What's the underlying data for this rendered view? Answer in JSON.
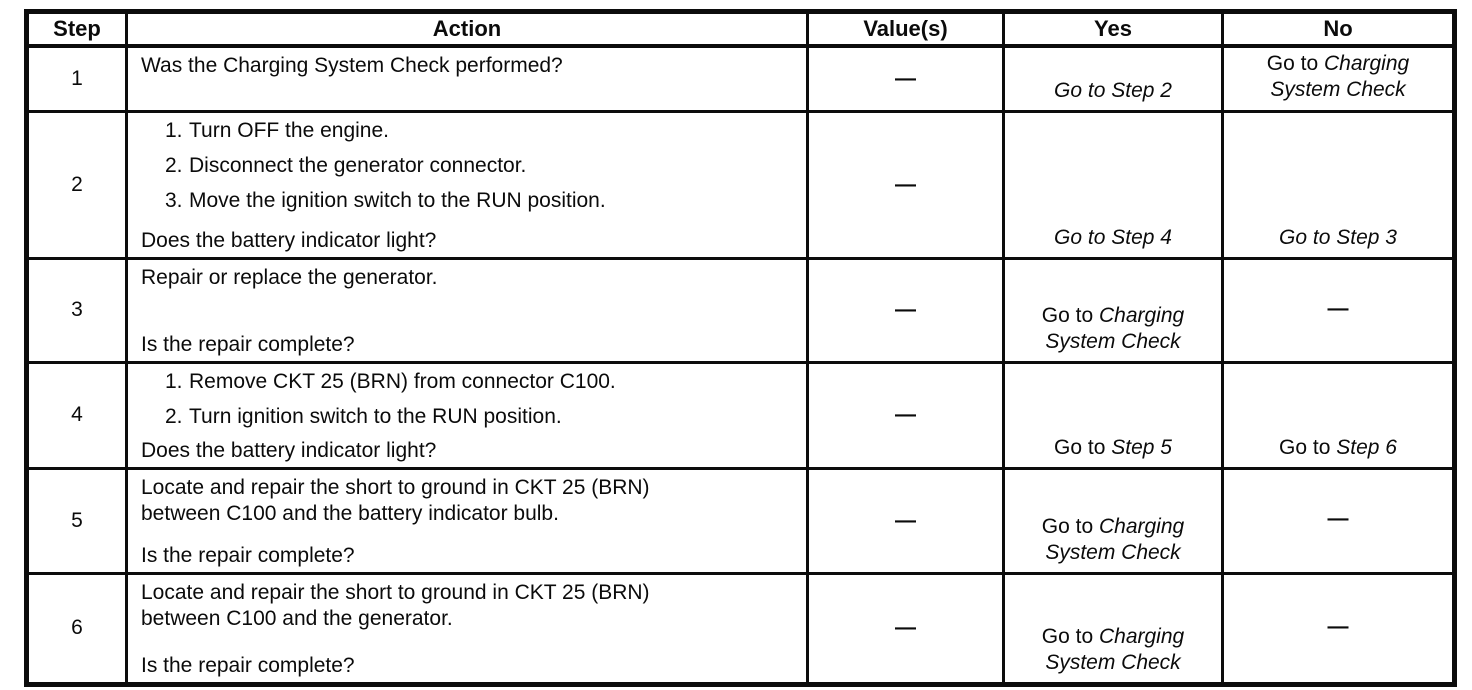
{
  "table": {
    "border_color": "#0c0c0c",
    "dash": "—",
    "headers": [
      {
        "label": "Step"
      },
      {
        "label": "Action"
      },
      {
        "label": "Value(s)"
      },
      {
        "label": "Yes"
      },
      {
        "label": "No"
      }
    ],
    "rows": [
      {
        "step": "1",
        "action": {
          "items": [],
          "para": [
            "Was the Charging System Check performed?"
          ],
          "question": null
        },
        "value": "—",
        "yes": {
          "valign": "bottom",
          "lines": [
            [
              {
                "t": "Go to Step 2",
                "i": true
              }
            ]
          ]
        },
        "no": {
          "valign": "top",
          "lines": [
            [
              {
                "t": "Go to ",
                "i": false
              },
              {
                "t": "Charging",
                "i": true
              }
            ],
            [
              {
                "t": "System Check",
                "i": true
              }
            ]
          ]
        }
      },
      {
        "step": "2",
        "action": {
          "items": [
            "Turn OFF the engine.",
            "Disconnect the generator connector.",
            "Move the ignition switch to the RUN position."
          ],
          "para": [],
          "question": "Does the battery indicator light?"
        },
        "value": "—",
        "yes": {
          "valign": "bottom",
          "lines": [
            [
              {
                "t": "Go to Step 4",
                "i": true
              }
            ]
          ]
        },
        "no": {
          "valign": "bottom",
          "lines": [
            [
              {
                "t": "Go to Step 3",
                "i": true
              }
            ]
          ]
        }
      },
      {
        "step": "3",
        "action": {
          "items": [],
          "para": [
            "Repair or replace the generator."
          ],
          "question": "Is the repair complete?"
        },
        "value": "—",
        "yes": {
          "valign": "bottom",
          "lines": [
            [
              {
                "t": "Go to ",
                "i": false
              },
              {
                "t": "Charging",
                "i": true
              }
            ],
            [
              {
                "t": "System Check",
                "i": true
              }
            ]
          ]
        },
        "no": {
          "dash": "—"
        }
      },
      {
        "step": "4",
        "action": {
          "items": [
            "Remove CKT 25 (BRN) from connector C100.",
            "Turn ignition switch to the RUN position."
          ],
          "para": [],
          "question": "Does the battery indicator light?"
        },
        "value": "—",
        "yes": {
          "valign": "bottom",
          "lines": [
            [
              {
                "t": "Go to ",
                "i": false
              },
              {
                "t": "Step 5",
                "i": true
              }
            ]
          ]
        },
        "no": {
          "valign": "bottom",
          "lines": [
            [
              {
                "t": "Go to ",
                "i": false
              },
              {
                "t": "Step 6",
                "i": true
              }
            ]
          ]
        }
      },
      {
        "step": "5",
        "action": {
          "items": [],
          "para": [
            "Locate and repair the short to ground in CKT 25 (BRN)",
            "between C100 and the battery indicator bulb."
          ],
          "question": "Is the repair complete?"
        },
        "value": "—",
        "yes": {
          "valign": "bottom",
          "lines": [
            [
              {
                "t": "Go to ",
                "i": false
              },
              {
                "t": "Charging",
                "i": true
              }
            ],
            [
              {
                "t": "System Check",
                "i": true
              }
            ]
          ]
        },
        "no": {
          "dash": "—"
        }
      },
      {
        "step": "6",
        "action": {
          "items": [],
          "para": [
            "Locate and repair the short to ground in CKT 25 (BRN)",
            "between C100 and the generator."
          ],
          "question": "Is the repair complete?"
        },
        "value": "—",
        "yes": {
          "valign": "bottom",
          "lines": [
            [
              {
                "t": "Go to ",
                "i": false
              },
              {
                "t": "Charging",
                "i": true
              }
            ],
            [
              {
                "t": "System Check",
                "i": true
              }
            ]
          ]
        },
        "no": {
          "dash": "—"
        }
      }
    ]
  }
}
